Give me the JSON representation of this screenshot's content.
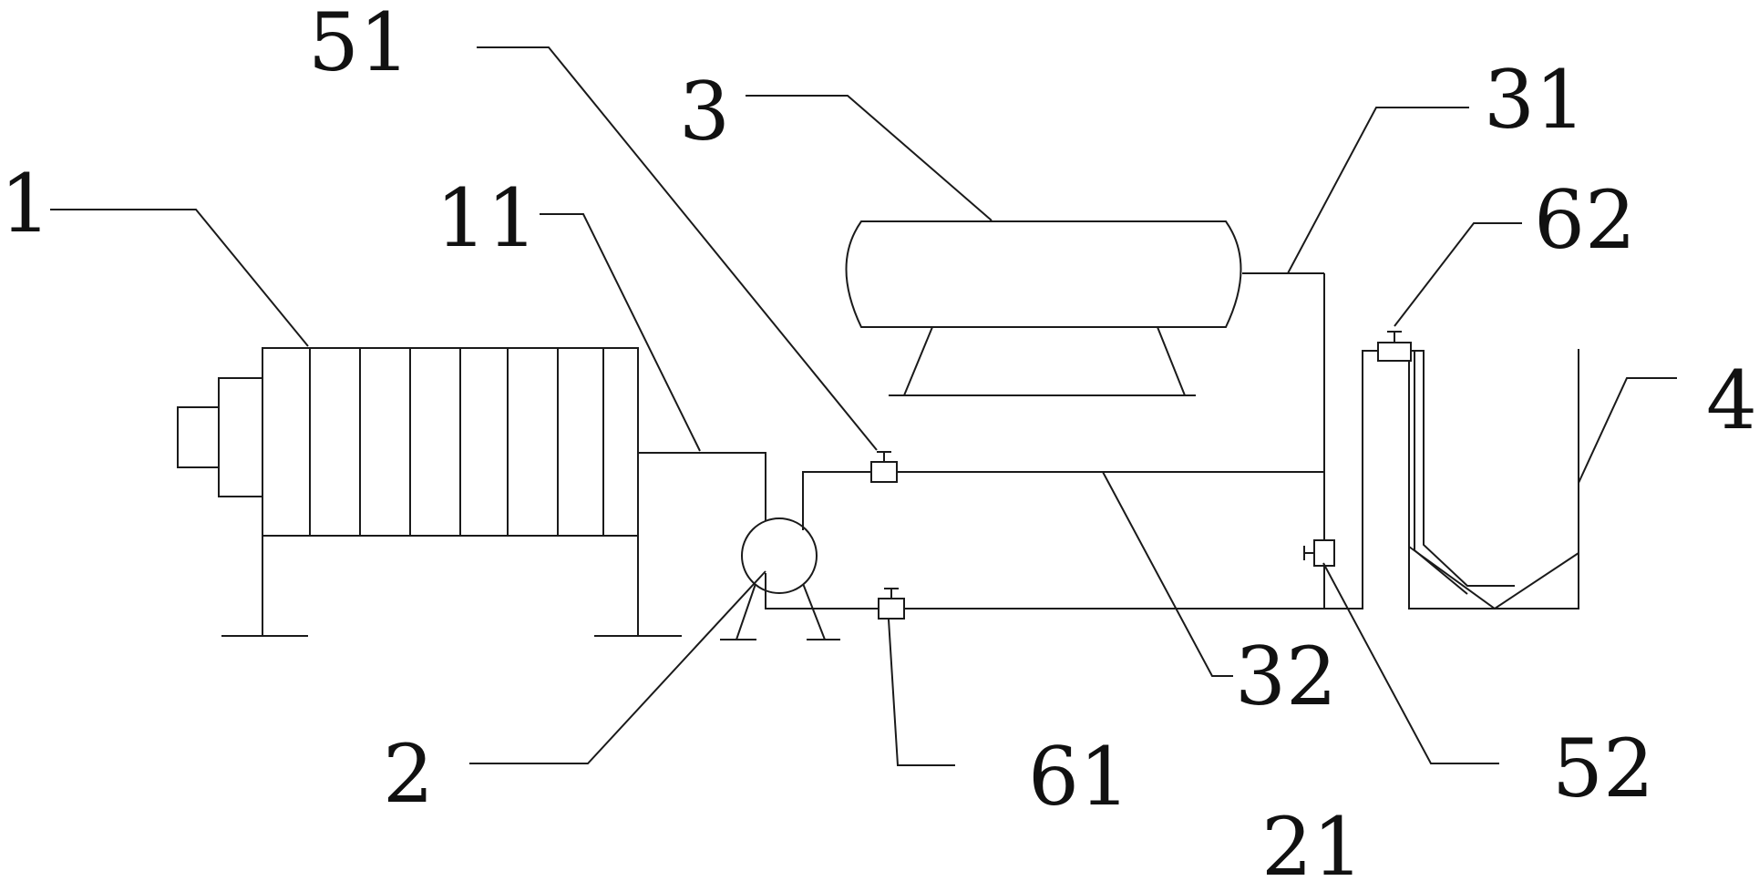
{
  "labels": {
    "l1": "1",
    "l11": "11",
    "l51": "51",
    "l3": "3",
    "l31": "31",
    "l62": "62",
    "l4": "4",
    "l2": "2",
    "l61": "61",
    "l32": "32",
    "l52": "52",
    "l21": "21"
  },
  "colors": {
    "line": "#1a1a1a",
    "background": "#ffffff"
  }
}
